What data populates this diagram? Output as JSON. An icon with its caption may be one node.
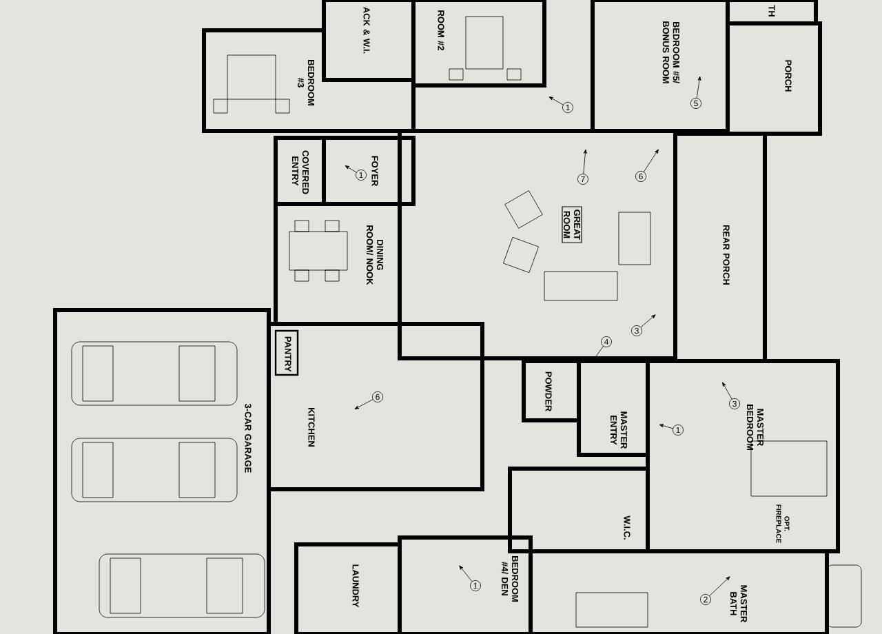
{
  "diagram": {
    "nodes": [
      {
        "text": [
          "BEDROOM #3"
        ]
      },
      {
        "text": [
          "ACK & W.I."
        ]
      },
      {
        "text": [
          "ROOM #2"
        ]
      },
      {
        "text": [
          "BEDROOM #5/ BONUS ROOM"
        ]
      },
      {
        "text": [
          "TH"
        ]
      },
      {
        "text": [
          "PORCH"
        ]
      },
      {
        "text": [
          "COVERED ENTRY"
        ]
      },
      {
        "text": [
          "FOYER"
        ]
      },
      {
        "text": [
          "DINING ROOM/ NOOK"
        ]
      },
      {
        "text": [
          "GREAT ROOM"
        ]
      },
      {
        "text": [
          "REAR PORCH"
        ]
      },
      {
        "text": [
          "KITCHEN"
        ]
      },
      {
        "text": [
          "PANTRY"
        ],
        "in": 11
      },
      {
        "text": [
          "3-CAR GARAGE"
        ]
      },
      {
        "text": [
          "POWDER"
        ]
      },
      {
        "text": [
          "MASTER ENTRY"
        ]
      },
      {
        "text": [
          "MASTER BEDROOM"
        ]
      },
      {
        "text": [
          "W.I.C."
        ]
      },
      {
        "text": [
          "LAUNDRY"
        ]
      },
      {
        "text": [
          "BEDROOM #4/ DEN"
        ]
      },
      {
        "text": [
          "MASTER BATH"
        ]
      }
    ],
    "labels": [
      "OPT. FIREPLACE",
      "1",
      "5",
      "7",
      "6",
      "1",
      "3",
      "4",
      "6",
      "1",
      "3",
      "2",
      "1"
    ]
  }
}
